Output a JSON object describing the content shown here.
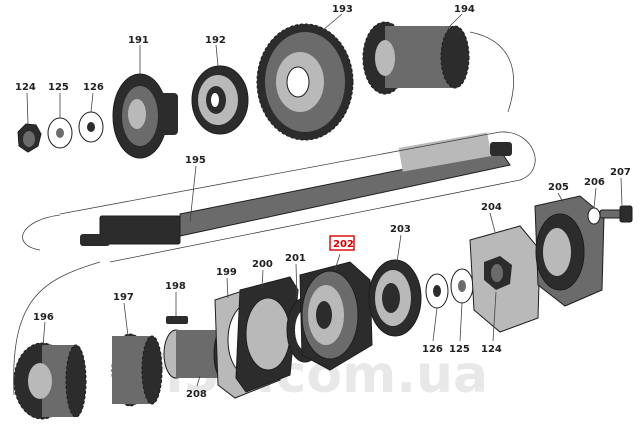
{
  "labels": {
    "p124a": "124",
    "p125a": "125",
    "p126a": "126",
    "p191": "191",
    "p192": "192",
    "p193": "193",
    "p194": "194",
    "p195": "195",
    "p196": "196",
    "p197": "197",
    "p198": "198",
    "p199": "199",
    "p200": "200",
    "p201": "201",
    "p202": "202",
    "p203": "203",
    "p204": "204",
    "p205": "205",
    "p206": "206",
    "p207": "207",
    "p208": "208",
    "p126b": "126",
    "p125b": "125",
    "p124b": "124"
  },
  "highlight": {
    "color": "#d40000"
  },
  "watermark": "tfl50.com.ua"
}
